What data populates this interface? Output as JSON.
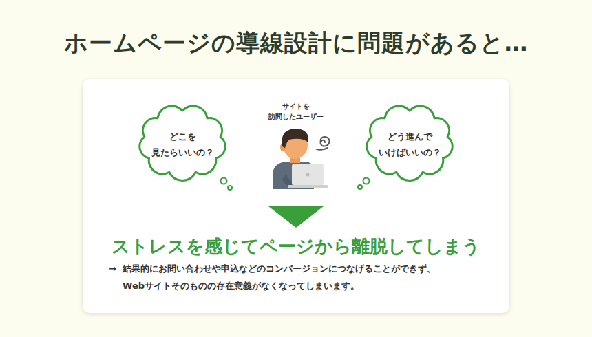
{
  "diagram": {
    "title": "ホームページの導線設計に問題があると…",
    "nodes": [
      {
        "text": [
          "ストレスを感じてページから離脱してしまう",
          "結果的にお問い合わせや申込などのコンバージョンにつなげることができず、 Webサイトそのものの存在意義がなくなってしまいます。"
        ]
      },
      {
        "text": [
          "どこを 見たらいいの？"
        ],
        "in": 0
      },
      {
        "text": [
          "どう進んで いけばいいの？"
        ],
        "in": 0
      }
    ],
    "labels": [
      "サイトを 訪問したユーザー",
      "→"
    ]
  }
}
